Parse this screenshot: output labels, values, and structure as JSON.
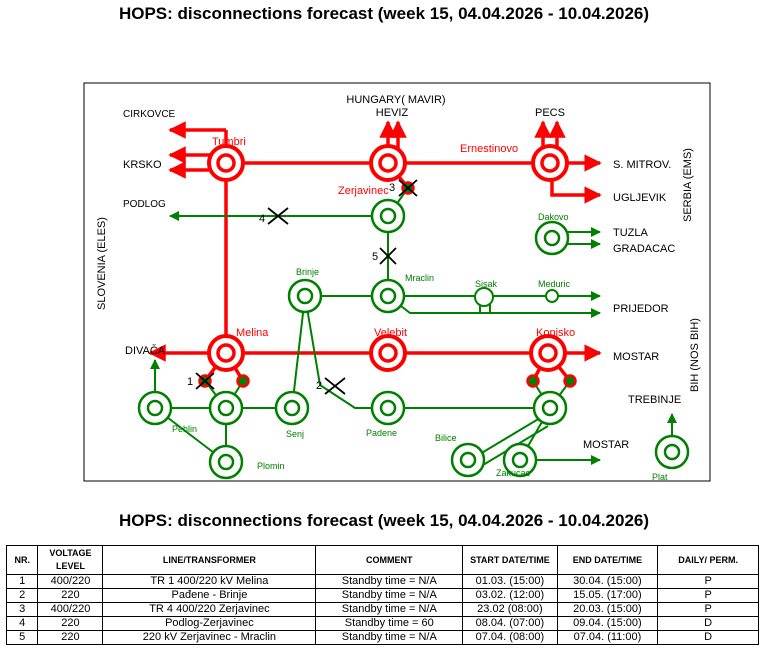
{
  "header": {
    "title": "HOPS: disconnections forecast (week 15, 04.04.2026 - 10.04.2026)"
  },
  "table_title": "HOPS: disconnections forecast (week 15, 04.04.2026 - 10.04.2026)",
  "colors": {
    "red_400kv": "#ff0000",
    "green_220kv": "#008000",
    "black": "#000000"
  },
  "diagram": {
    "borders": {
      "hungary": "HUNGARY( MAVIR)",
      "serbia": "SERBIA (EMS)",
      "slovenia": "SLOVENIA (ELES)",
      "bih": "BIH (NOS BIH)"
    },
    "externals": {
      "cirkovce": "CIRKOVCE",
      "krsko": "KRSKO",
      "podlog": "PODLOG",
      "divaca": "DIVAČA",
      "heviz": "HEVIZ",
      "pecs": "PECS",
      "s_mitrov": "S. MITROV.",
      "ugljevik": "UGLJEVIK",
      "tuzla": "TUZLA",
      "gradacac": "GRADACAC",
      "prijedor": "PRIJEDOR",
      "mostar_400": "MOSTAR",
      "trebinje": "TREBINJE",
      "mostar_220": "MOSTAR"
    },
    "stations": {
      "tumbri": "Tumbri",
      "zerjavinec": "Zerjavinec",
      "ernestinovo": "Ernestinovo",
      "melina": "Melina",
      "velebit": "Velebit",
      "konjsko": "Konjsko",
      "dakovo": "Dakovo",
      "mraclin": "Mraclin",
      "sisak": "Sisak",
      "meduric": "Meduric",
      "brinje": "Brinje",
      "pehlin": "Pehlin",
      "senj": "Senj",
      "plomin": "Plomin",
      "padene": "Padene",
      "bilice": "Bilice",
      "zakucac": "Zakucac",
      "plat": "Plat"
    },
    "markers": {
      "m1": "1",
      "m2": "2",
      "m3": "3",
      "m4": "4",
      "m5": "5"
    }
  },
  "table": {
    "headers": [
      "NR.",
      "VOLTAGE LEVEL",
      "LINE/TRANSFORMER",
      "COMMENT",
      "START DATE/TIME",
      "END DATE/TIME",
      "DAILY/ PERM."
    ],
    "rows": [
      [
        "1",
        "400/220",
        "TR 1 400/220 kV Melina",
        "Standby time = N/A",
        "01.03. (15:00)",
        "30.04. (15:00)",
        "P"
      ],
      [
        "2",
        "220",
        "Pađene - Brinje",
        "Standby time = N/A",
        "03.02. (12:00)",
        "15.05. (17:00)",
        "P"
      ],
      [
        "3",
        "400/220",
        "TR 4 400/220 Zerjavinec",
        "Standby time = N/A",
        "23.02 (08:00)",
        "20.03. (15:00)",
        "P"
      ],
      [
        "4",
        "220",
        "Podlog-Zerjavinec",
        "Standby time = 60",
        "08.04. (07:00)",
        "09.04. (15:00)",
        "D"
      ],
      [
        "5",
        "220",
        "220 kV Zerjavinec - Mraclin",
        "Standby time = N/A",
        "07.04. (08:00)",
        "07.04. (11:00)",
        "D"
      ]
    ]
  }
}
